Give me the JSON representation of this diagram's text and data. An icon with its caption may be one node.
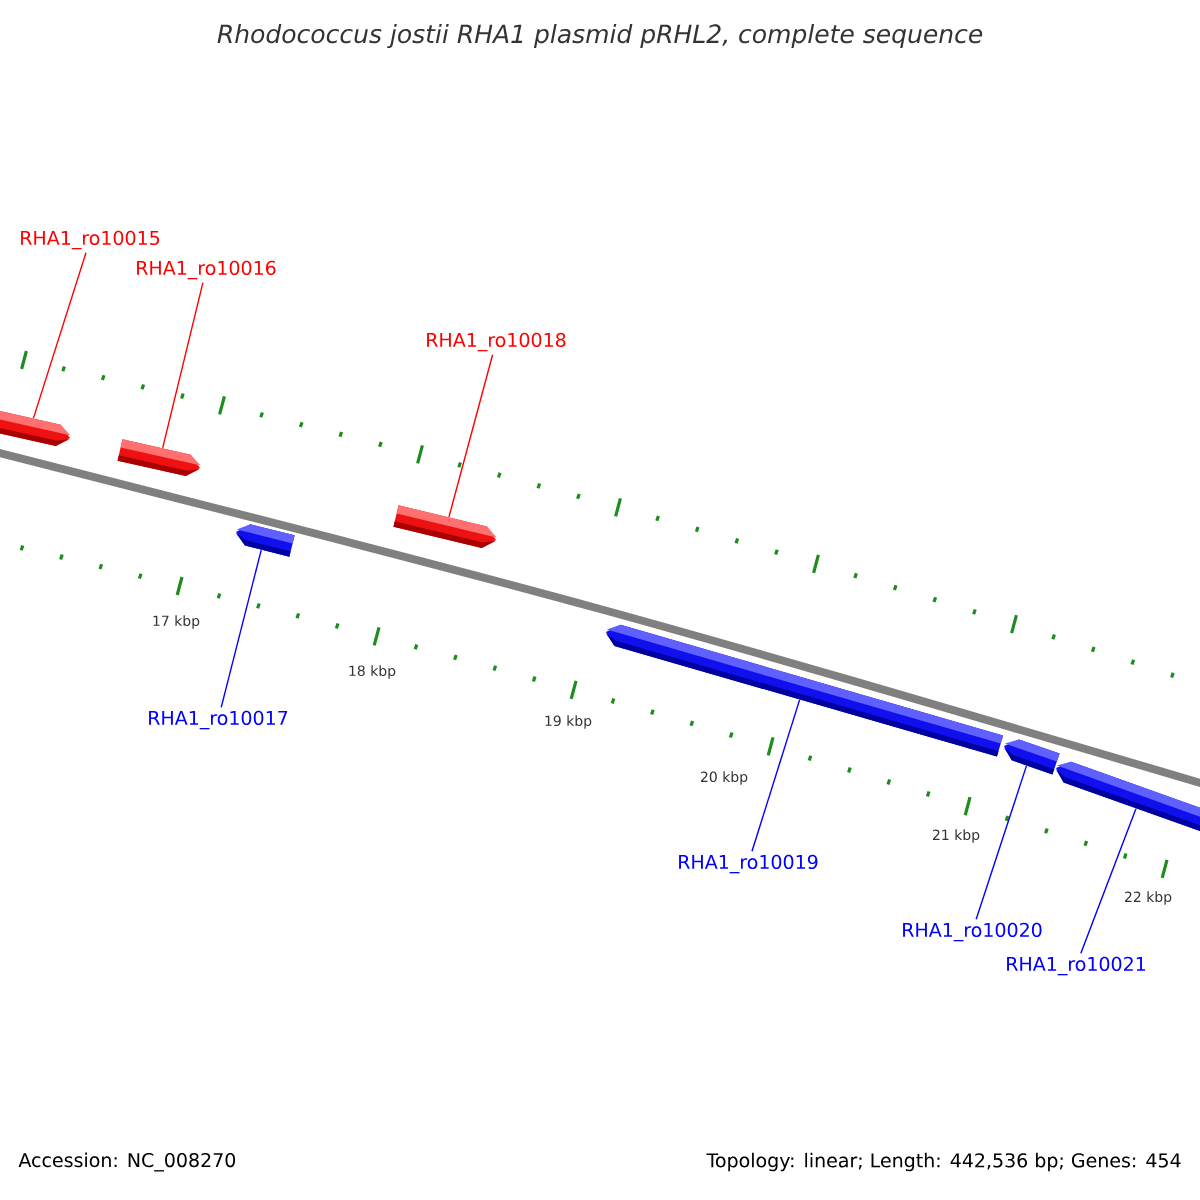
{
  "diagram": {
    "title": "Rhodococcus jostii RHA1 plasmid pRHL2, complete sequence",
    "nodes": [
      {
        "text": [
          "RHA1_ro10015"
        ]
      },
      {
        "text": [
          "RHA1_ro10016"
        ]
      },
      {
        "text": [
          "RHA1_ro10018"
        ]
      },
      {
        "text": [],
        "shape": "bar"
      },
      {
        "text": [],
        "shape": "bar"
      },
      {
        "text": [],
        "shape": "bar"
      },
      {
        "text": [],
        "shape": "bar"
      },
      {
        "text": [],
        "shape": "bar"
      },
      {
        "text": [],
        "shape": "bar"
      },
      {
        "text": [],
        "shape": "bar"
      },
      {
        "text": [
          "RHA1_ro10017"
        ]
      },
      {
        "text": [
          "RHA1_ro10019"
        ]
      },
      {
        "text": [
          "RHA1_ro10020"
        ]
      },
      {
        "text": [
          "RHA1_ro10021"
        ]
      }
    ],
    "edges": [
      {
        "from": 0,
        "to": 3,
        "arrow": "none",
        "color": "#ff0000"
      },
      {
        "from": 1,
        "to": 4,
        "arrow": "none",
        "color": "#ff0000"
      },
      {
        "from": 2,
        "to": 5,
        "arrow": "none",
        "color": "#ff0000"
      },
      {
        "from": 10,
        "to": 6,
        "arrow": "none"
      },
      {
        "from": 11,
        "to": 7,
        "arrow": "none"
      },
      {
        "from": 12,
        "to": 8,
        "arrow": "none"
      },
      {
        "from": 13,
        "to": 9,
        "arrow": "none"
      }
    ],
    "labels": [
      "17 kbp",
      "18 kbp",
      "19 kbp",
      "20 kbp",
      "21 kbp",
      "22 kbp",
      "Accession: NC_008270",
      "Topology: linear; Length: 442,536 bp; Genes: 454"
    ]
  }
}
